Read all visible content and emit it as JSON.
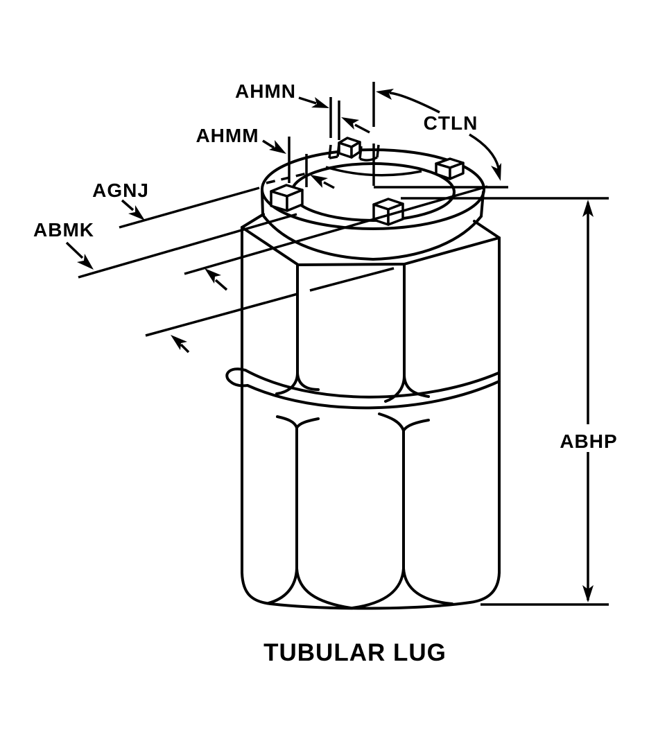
{
  "page": {
    "background": "#ffffff",
    "ink": "#000000"
  },
  "figure": {
    "caption": "TUBULAR LUG",
    "labels": {
      "ahmn": "AHMN",
      "ahmm": "AHMM",
      "agnj": "AGNJ",
      "abmk": "ABMK",
      "ctln": "CTLN",
      "abhp": "ABHP"
    }
  }
}
